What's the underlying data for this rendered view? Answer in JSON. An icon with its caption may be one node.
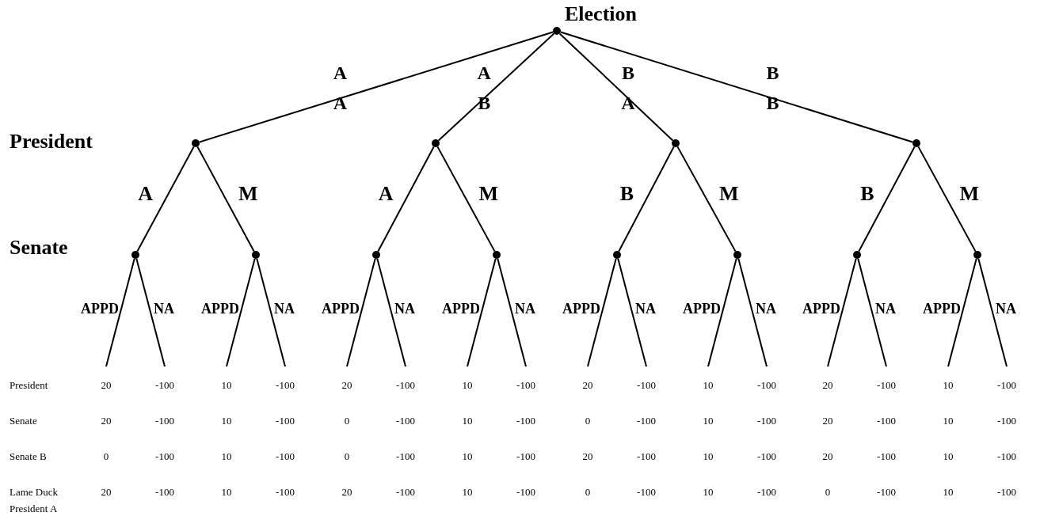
{
  "diagram": {
    "nodes": [
      {
        "text": [],
        "shape": "circle",
        "beside": [
          "Election"
        ]
      },
      {
        "text": [],
        "shape": "circle"
      },
      {
        "text": [],
        "shape": "circle"
      },
      {
        "text": [],
        "shape": "circle"
      },
      {
        "text": [],
        "shape": "circle"
      },
      {
        "text": [],
        "shape": "circle"
      },
      {
        "text": [],
        "shape": "circle"
      },
      {
        "text": [],
        "shape": "circle"
      },
      {
        "text": [],
        "shape": "circle"
      },
      {
        "text": [],
        "shape": "circle"
      },
      {
        "text": [],
        "shape": "circle"
      },
      {
        "text": [],
        "shape": "circle"
      },
      {
        "text": [],
        "shape": "circle"
      }
    ],
    "edges": [
      {
        "from": 0,
        "to": 1,
        "arrow": "none",
        "label": "A A"
      },
      {
        "from": 0,
        "to": 2,
        "arrow": "none",
        "label": "A B"
      },
      {
        "from": 0,
        "to": 3,
        "arrow": "none",
        "label": "B A"
      },
      {
        "from": 0,
        "to": 4,
        "arrow": "none",
        "label": "B B"
      },
      {
        "from": 1,
        "to": 5,
        "arrow": "none",
        "label": "A"
      },
      {
        "from": 1,
        "to": 6,
        "arrow": "none",
        "label": "M"
      },
      {
        "from": 2,
        "to": 7,
        "arrow": "none",
        "label": "A"
      },
      {
        "from": 2,
        "to": 8,
        "arrow": "none",
        "label": "M"
      },
      {
        "from": 3,
        "to": 9,
        "arrow": "none",
        "label": "B"
      },
      {
        "from": 3,
        "to": 10,
        "arrow": "none",
        "label": "M"
      },
      {
        "from": 4,
        "to": 11,
        "arrow": "none",
        "label": "B"
      },
      {
        "from": 4,
        "to": 12,
        "arrow": "none",
        "label": "M"
      },
      {
        "from": 5,
        "to": null,
        "arrow": "none",
        "label": "APPD"
      },
      {
        "from": 5,
        "to": null,
        "arrow": "none",
        "label": "NA"
      },
      {
        "from": 6,
        "to": null,
        "arrow": "none",
        "label": "APPD"
      },
      {
        "from": 6,
        "to": null,
        "arrow": "none",
        "label": "NA"
      },
      {
        "from": 7,
        "to": null,
        "arrow": "none",
        "label": "APPD"
      },
      {
        "from": 7,
        "to": null,
        "arrow": "none",
        "label": "NA"
      },
      {
        "from": 8,
        "to": null,
        "arrow": "none",
        "label": "APPD"
      },
      {
        "from": 8,
        "to": null,
        "arrow": "none",
        "label": "NA"
      },
      {
        "from": 9,
        "to": null,
        "arrow": "none",
        "label": "APPD"
      },
      {
        "from": 9,
        "to": null,
        "arrow": "none",
        "label": "NA"
      },
      {
        "from": 10,
        "to": null,
        "arrow": "none",
        "label": "APPD"
      },
      {
        "from": 10,
        "to": null,
        "arrow": "none",
        "label": "NA"
      },
      {
        "from": 11,
        "to": null,
        "arrow": "none",
        "label": "APPD"
      },
      {
        "from": 11,
        "to": null,
        "arrow": "none",
        "label": "NA"
      },
      {
        "from": 12,
        "to": null,
        "arrow": "none",
        "label": "APPD"
      },
      {
        "from": 12,
        "to": null,
        "arrow": "none",
        "label": "NA"
      }
    ],
    "labels": [
      "President",
      "Senate",
      "President",
      "20",
      "-100",
      "10",
      "-100",
      "20",
      "-100",
      "10",
      "-100",
      "20",
      "-100",
      "10",
      "-100",
      "20",
      "-100",
      "10",
      "-100",
      "Senate",
      "20",
      "-100",
      "10",
      "-100",
      "0",
      "-100",
      "10",
      "-100",
      "0",
      "-100",
      "10",
      "-100",
      "20",
      "-100",
      "10",
      "-100",
      "Senate B",
      "0",
      "-100",
      "10",
      "-100",
      "0",
      "-100",
      "10",
      "-100",
      "20",
      "-100",
      "10",
      "-100",
      "20",
      "-100",
      "10",
      "-100",
      "Lame Duck President A",
      "20",
      "-100",
      "10",
      "-100",
      "20",
      "-100",
      "10",
      "-100",
      "0",
      "-100",
      "10",
      "-100",
      "0",
      "-100",
      "10",
      "-100"
    ]
  }
}
